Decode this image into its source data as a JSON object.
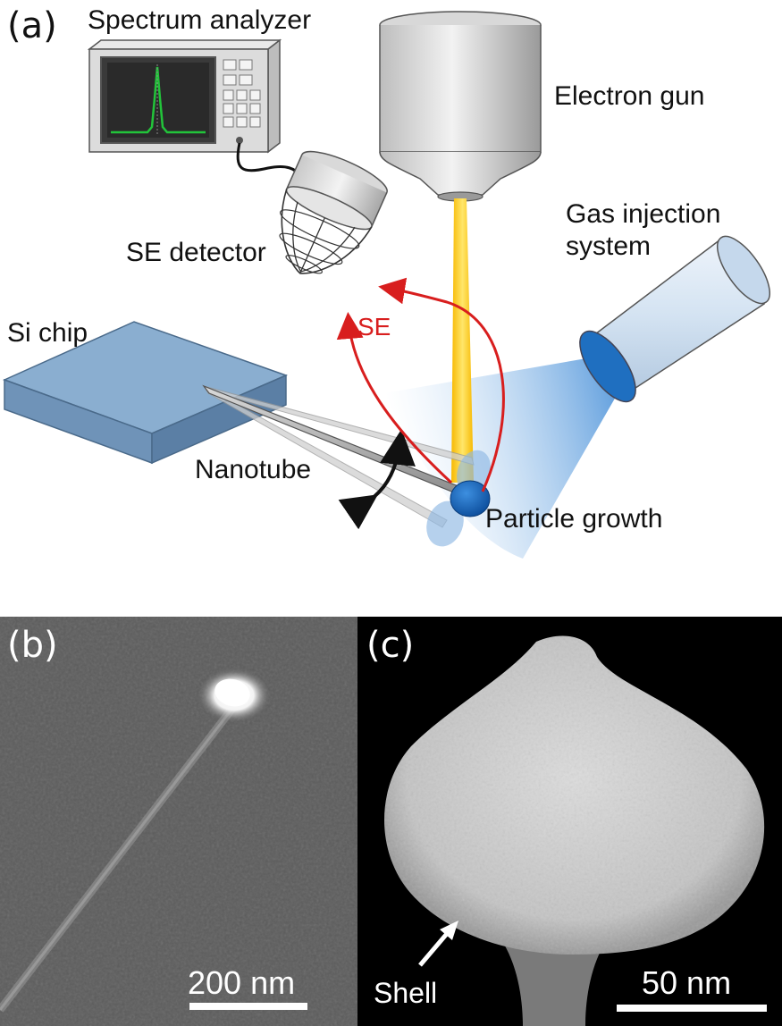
{
  "panel_a": {
    "label": "(a)",
    "spectrum_analyzer": "Spectrum analyzer",
    "electron_gun": "Electron gun",
    "gas_injection_line1": "Gas injection",
    "gas_injection_line2": "system",
    "se_detector": "SE detector",
    "se": "SE",
    "si_chip": "Si chip",
    "nanotube": "Nanotube",
    "particle_growth": "Particle growth"
  },
  "panel_b": {
    "label": "(b)",
    "scale_bar": "200 nm"
  },
  "panel_c": {
    "label": "(c)",
    "scale_bar": "50 nm",
    "shell": "Shell"
  },
  "colors": {
    "se_red": "#d81e1e",
    "beam_yellow": "#f5c518",
    "gas_blue": "#3a8fd8",
    "chip_blue": "#8aaed0",
    "spectrum_green": "#22c43a"
  }
}
